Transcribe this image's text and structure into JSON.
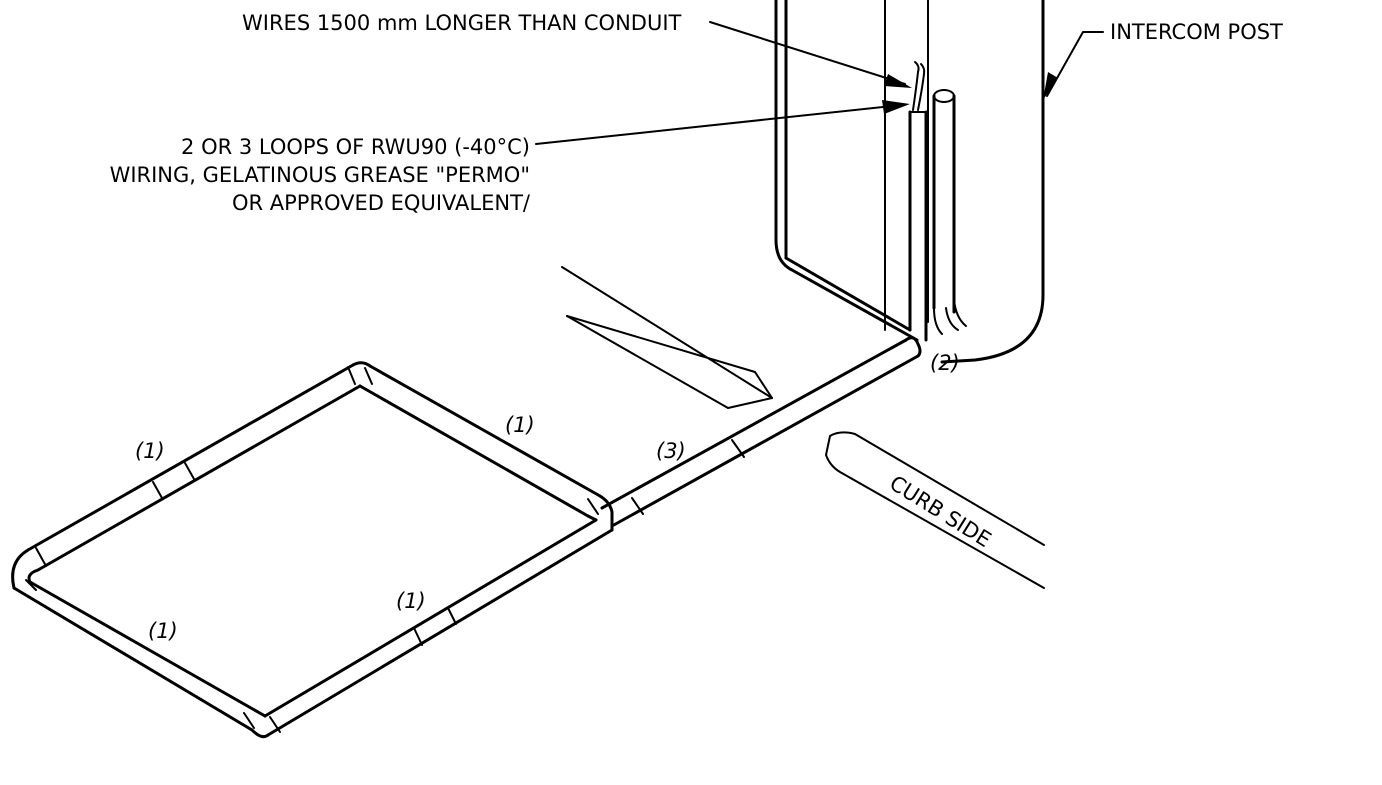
{
  "labels": {
    "wires_note": "WIRES 1500 mm LONGER THAN CONDUIT",
    "intercom_post": "INTERCOM POST",
    "loops_line1": "2 OR 3 LOOPS OF RWU90 (-40°C)",
    "loops_line2": "WIRING, GELATINOUS GREASE \"PERMO\"",
    "loops_line3": "OR APPROVED EQUIVALENT/",
    "curb_side": "CURB SIDE"
  },
  "callouts": {
    "c1_top_left": "(1)",
    "c1_top_right": "(1)",
    "c1_bottom_left": "(1)",
    "c1_bottom_right": "(1)",
    "c3": "(3)",
    "c2": "(2)"
  },
  "colors": {
    "line": "#000000",
    "background": "#ffffff"
  }
}
